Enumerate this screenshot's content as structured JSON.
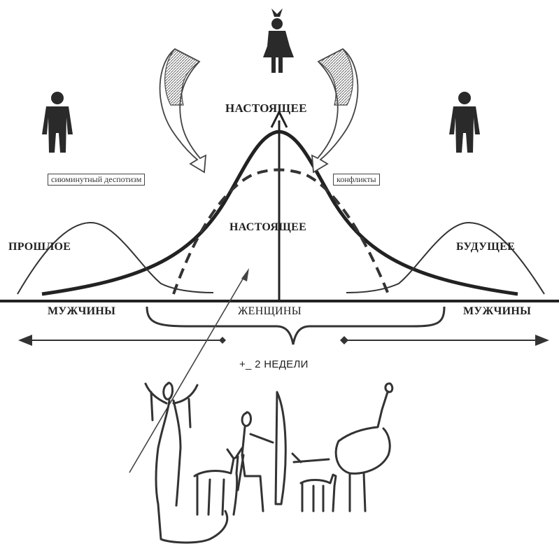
{
  "labels": {
    "present_top": "НАСТОЯЩЕЕ",
    "present_mid": "НАСТОЯЩЕЕ",
    "past": "ПРОШЛОЕ",
    "future": "БУДУЩЕЕ",
    "men_left": "МУЖЧИНЫ",
    "women": "ЖЕНЩИНЫ",
    "men_right": "МУЖЧИНЫ",
    "weeks": "+_ 2 НЕДЕЛИ"
  },
  "boxes": {
    "left": "сиюминутный деспотизм",
    "right": "конфликты"
  },
  "icons": [
    "man-figure-icon",
    "woman-figure-icon",
    "curved-arrow-icon",
    "cave-drawing-icon"
  ],
  "colors": {
    "ink": "#222222",
    "paper": "#ffffff"
  }
}
